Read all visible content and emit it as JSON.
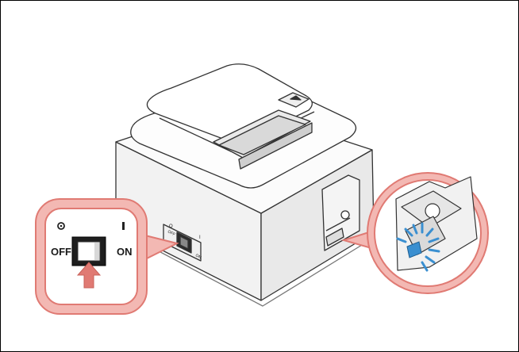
{
  "callout_left": {
    "off_label": "OFF",
    "on_label": "ON",
    "off_symbol": "O",
    "on_symbol": "I",
    "accent_color": "#e07a73",
    "arrow_color": "#e07a73",
    "icons": [
      "power-off-symbol",
      "power-on-symbol",
      "up-arrow"
    ]
  },
  "printer": {
    "side_off_label": "OFF",
    "side_on_label": "ON",
    "side_off_symbol": "O",
    "side_on_symbol": "I"
  },
  "callout_right": {
    "accent_color": "#e07a73",
    "indicator_color": "#3a8fd0",
    "icons": [
      "power-led",
      "light-rays"
    ]
  }
}
